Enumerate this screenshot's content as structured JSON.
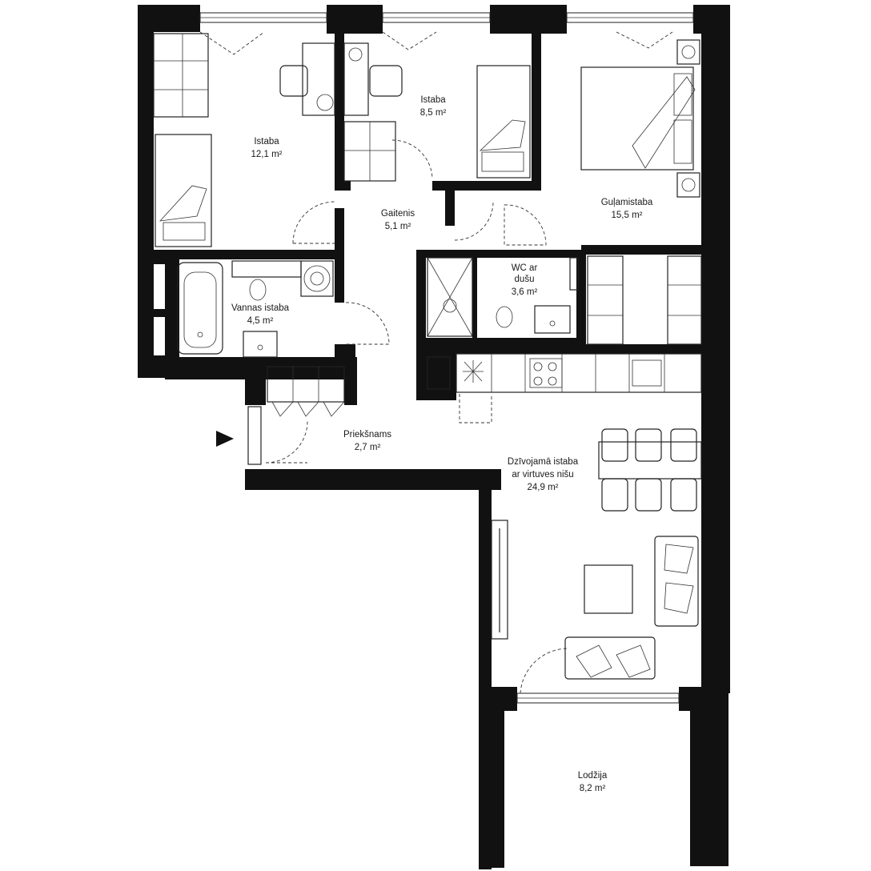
{
  "rooms": [
    {
      "id": "istaba-1",
      "name": "Istaba",
      "area": "12,1 m²"
    },
    {
      "id": "istaba-2",
      "name": "Istaba",
      "area": "8,5 m²"
    },
    {
      "id": "gulamistaba",
      "name": "Guļamistaba",
      "area": "15,5 m²"
    },
    {
      "id": "gaitenis",
      "name": "Gaitenis",
      "area": "5,1 m²"
    },
    {
      "id": "wc",
      "name": "WC ar",
      "name2": "dušu",
      "area": "3,6 m²"
    },
    {
      "id": "vannas",
      "name": "Vannas istaba",
      "area": "4,5 m²"
    },
    {
      "id": "prieksnams",
      "name": "Priekšnams",
      "area": "2,7 m²"
    },
    {
      "id": "dzivojama",
      "name": "Dzīvojamā istaba",
      "name2": "ar virtuves nišu",
      "area": "24,9 m²"
    },
    {
      "id": "lodzija",
      "name": "Lodžija",
      "area": "8,2 m²"
    }
  ],
  "colors": {
    "wall": "#111111",
    "furniture_line": "#222222",
    "background": "#ffffff"
  },
  "icons": [
    "entrance-arrow-icon",
    "stove-icon",
    "sink-icon",
    "toilet-icon",
    "washing-machine-icon",
    "bathtub-icon",
    "shower-icon"
  ]
}
